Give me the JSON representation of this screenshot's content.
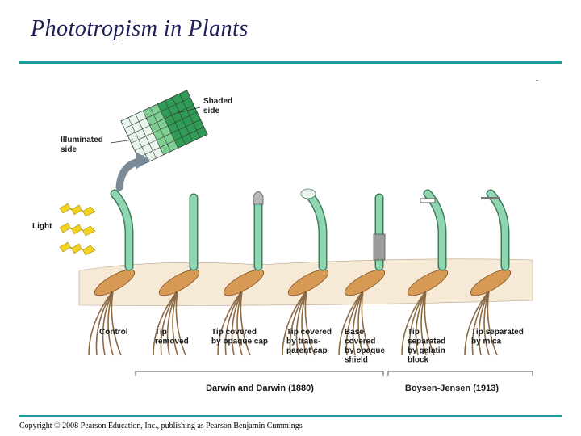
{
  "title": "Phototropism in Plants",
  "dash": "-",
  "cell_labels": {
    "shaded": [
      "Shaded",
      "side"
    ],
    "illuminated": [
      "Illuminated",
      "side"
    ]
  },
  "light_label": "Light",
  "experiments": [
    {
      "lines": [
        "Control"
      ]
    },
    {
      "lines": [
        "Tip",
        "removed"
      ]
    },
    {
      "lines": [
        "Tip covered",
        "by opaque cap"
      ]
    },
    {
      "lines": [
        "Tip covered",
        "by trans-",
        "parent cap"
      ]
    },
    {
      "lines": [
        "Base",
        "covered",
        "by opaque",
        "shield"
      ]
    },
    {
      "lines": [
        "Tip",
        "separated",
        "by gelatin",
        "block"
      ]
    },
    {
      "lines": [
        "Tip separated",
        "by mica"
      ]
    }
  ],
  "groups": [
    {
      "label": "Darwin and Darwin (1880)"
    },
    {
      "label": "Boysen-Jensen (1913)"
    }
  ],
  "colors": {
    "title": "#1f1f5a",
    "rule": "#1f9a9a",
    "stem": "#8fd6b0",
    "stem_outline": "#3f7d5e",
    "soil": "#f6ead7",
    "seed": "#d79a55",
    "lightning": "#f2d21a",
    "arrow": "#7a8a96"
  },
  "copyright": "Copyright © 2008 Pearson Education, Inc., publishing as Pearson Benjamin Cummings"
}
